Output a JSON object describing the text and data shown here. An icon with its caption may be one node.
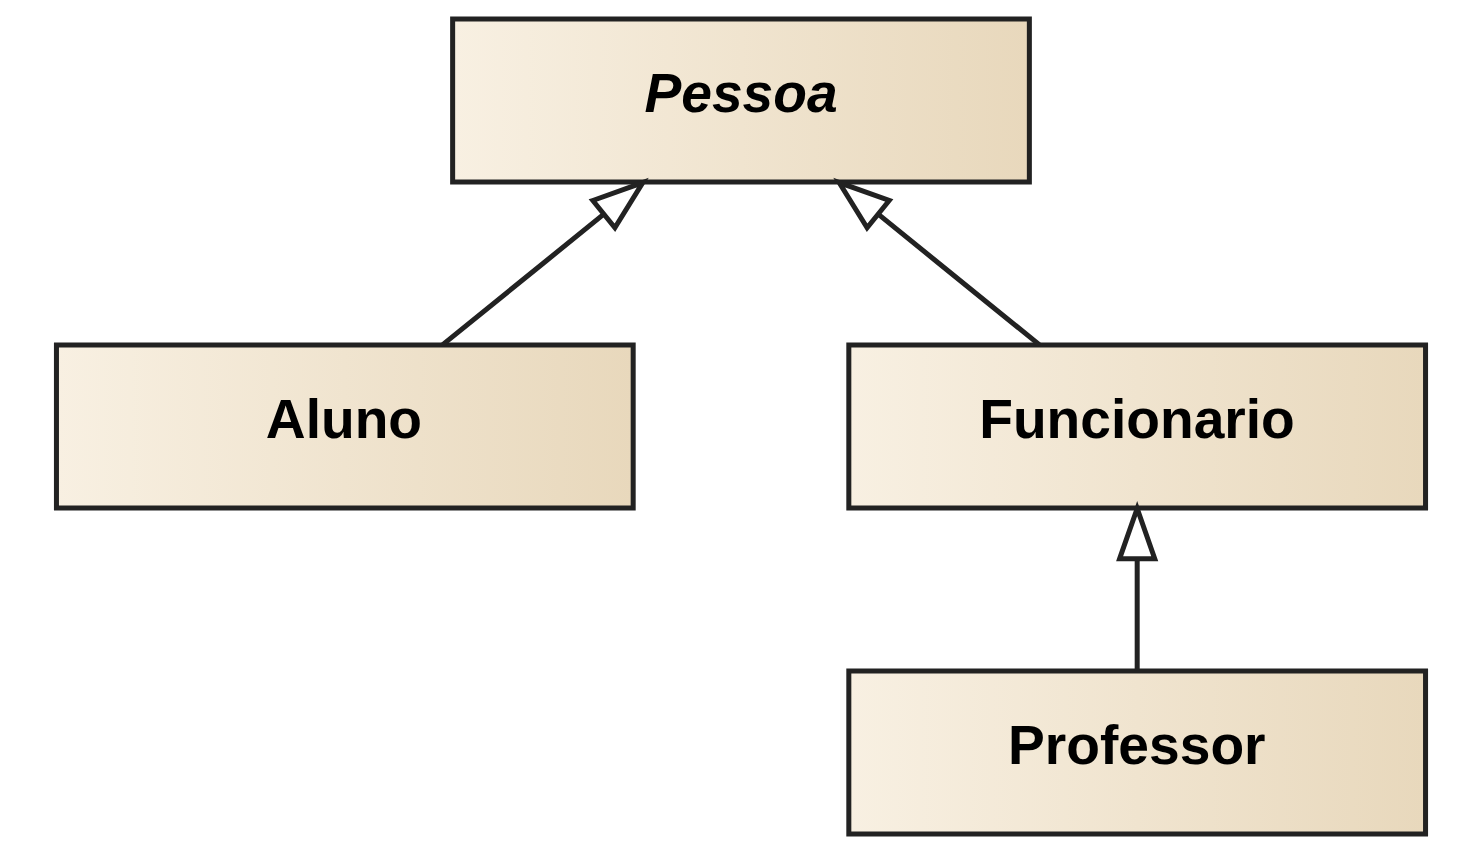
{
  "diagram": {
    "nodes": [
      {
        "text": [
          "Pessoa"
        ]
      },
      {
        "text": [
          "Aluno"
        ]
      },
      {
        "text": [
          "Funcionario"
        ]
      },
      {
        "text": [
          "Professor"
        ]
      }
    ],
    "edges": [
      {
        "from": 1,
        "to": 0,
        "arrow": "to"
      },
      {
        "from": 2,
        "to": 0,
        "arrow": "to"
      },
      {
        "from": 3,
        "to": 2,
        "arrow": "to"
      }
    ]
  }
}
